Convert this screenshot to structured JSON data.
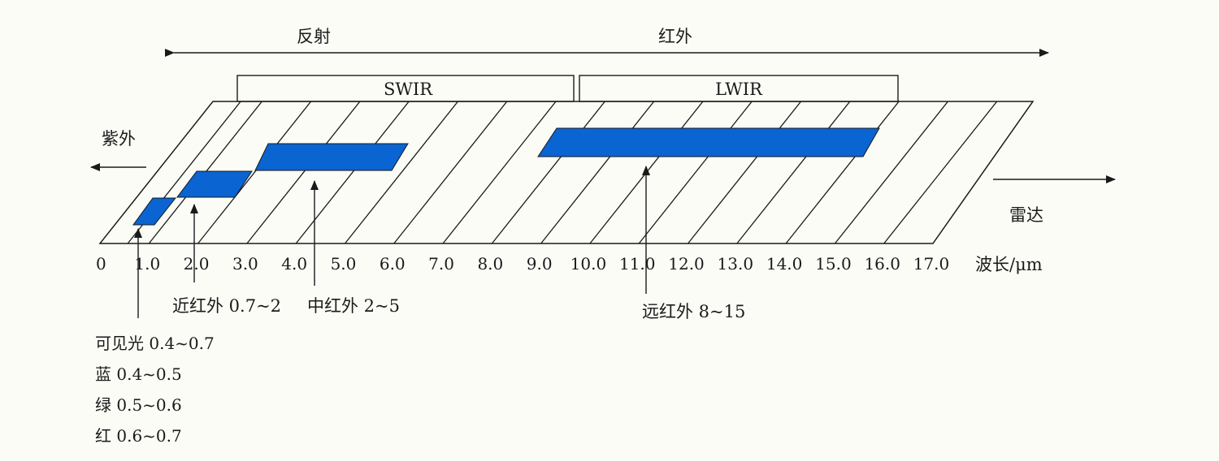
{
  "headings": {
    "reflective": "反射",
    "infrared": "红外"
  },
  "bands": {
    "swir": "SWIR",
    "lwir": "LWIR"
  },
  "sides": {
    "ultraviolet": "紫外",
    "radar": "雷达"
  },
  "axis": {
    "unit_label": "波长/μm",
    "ticks": [
      "0",
      "1.0",
      "2.0",
      "3.0",
      "4.0",
      "5.0",
      "6.0",
      "7.0",
      "8.0",
      "9.0",
      "10.0",
      "11.0",
      "12.0",
      "13.0",
      "14.0",
      "15.0",
      "16.0",
      "17.0"
    ],
    "tick_values": [
      0,
      1,
      2,
      3,
      4,
      5,
      6,
      7,
      8,
      9,
      10,
      11,
      12,
      13,
      14,
      15,
      16,
      17
    ]
  },
  "regions": {
    "near_ir": "近红外 0.7~2",
    "mid_ir": "中红外 2~5",
    "far_ir": "远红外 8~15"
  },
  "visible_legend": [
    "可见光 0.4~0.7",
    "蓝 0.4~0.5",
    "绿 0.5~0.6",
    "红 0.6~0.7"
  ],
  "colors": {
    "band_fill": "#0a64d2",
    "line": "#1a1a1a"
  }
}
